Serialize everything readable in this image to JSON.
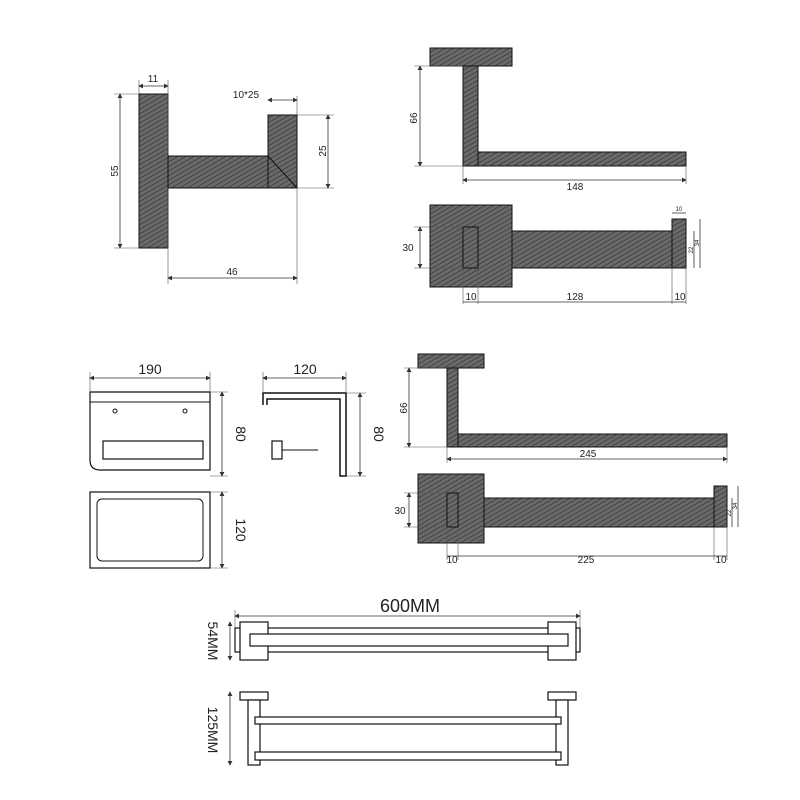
{
  "hook": {
    "plate_width": "11",
    "hook_size": "10*25",
    "height": "55",
    "hook_height": "25",
    "depth": "46"
  },
  "paper_holder_short": {
    "plate_height": "66",
    "length": "148",
    "side_height": "30",
    "post": "10",
    "arm": "128",
    "end": "10",
    "end_top": "10",
    "end_small": "22",
    "end_total": "34"
  },
  "shelf_holder": {
    "width": "190",
    "height_front": "80",
    "depth_top": "120",
    "side_depth": "120",
    "side_height": "80"
  },
  "paper_holder_long": {
    "plate_height": "66",
    "length": "245",
    "side_height": "30",
    "post": "10",
    "arm": "225",
    "end": "10",
    "end_small": "22",
    "end_total": "34"
  },
  "towel_bar": {
    "length": "600MM",
    "depth": "54MM",
    "height": "125MM"
  }
}
